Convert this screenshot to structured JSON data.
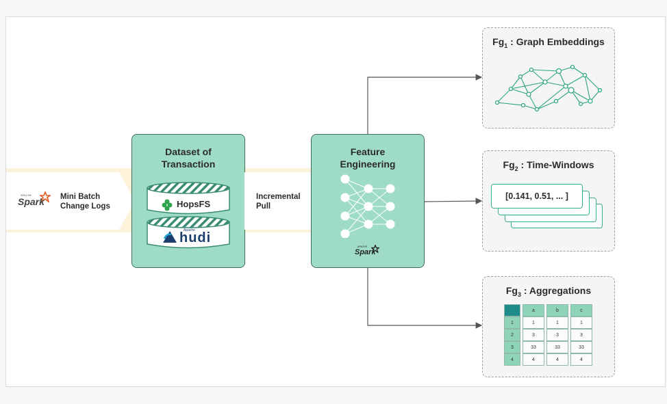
{
  "source": {
    "logo_small": "APACHE",
    "logo": "Spark",
    "label_line1": "Mini Batch",
    "label_line2": "Change Logs"
  },
  "dataset": {
    "title_line1": "Dataset of",
    "title_line2": "Transaction",
    "hopsfs_label": "HopsFS",
    "hudi_small": "Apache",
    "hudi_label": "hudi"
  },
  "pull": {
    "label_line1": "Incremental",
    "label_line2": "Pull"
  },
  "feature_engineering": {
    "title_line1": "Feature",
    "title_line2": "Engineering",
    "spark_small": "APACHE",
    "spark_logo": "Spark"
  },
  "feature_groups": [
    {
      "prefix": "Fg",
      "sub": "1",
      "name": " : Graph Embeddings"
    },
    {
      "prefix": "Fg",
      "sub": "2",
      "name": " : Time-Windows",
      "vector": "[0.141, 0.51, ... ]"
    },
    {
      "prefix": "Fg",
      "sub": "3",
      "name": " : Aggregations"
    }
  ],
  "aggregation_table": {
    "columns": [
      "a",
      "b",
      "c"
    ],
    "rows": [
      {
        "id": "1",
        "values": [
          "1",
          "1",
          "1"
        ]
      },
      {
        "id": "2",
        "values": [
          "3",
          "3",
          "3"
        ]
      },
      {
        "id": "3",
        "values": [
          "33",
          "33",
          "33"
        ]
      },
      {
        "id": "4",
        "values": [
          "4",
          "4",
          "4"
        ]
      }
    ]
  },
  "colors": {
    "box_fill": "#9fdcc5",
    "box_border": "#3e6b5c",
    "band": "#fdf2da",
    "accent": "#37b38a",
    "spark_orange": "#e25a1c"
  }
}
